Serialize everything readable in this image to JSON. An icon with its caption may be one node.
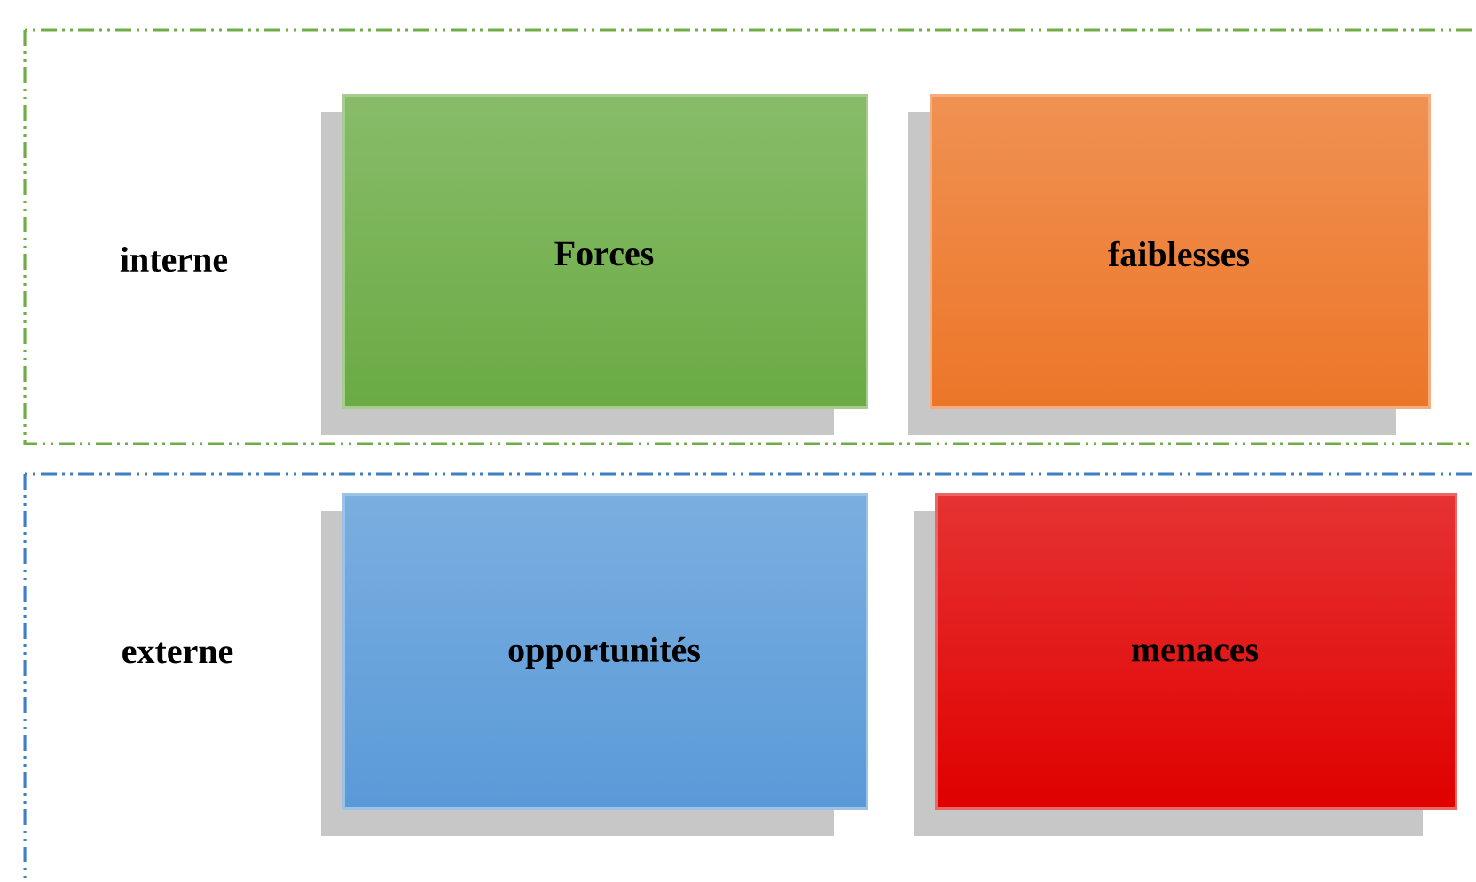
{
  "diagram": {
    "nodes": [
      {
        "text": [
          "interne"
        ]
      },
      {
        "text": [
          "Forces"
        ],
        "in": 0
      },
      {
        "text": [
          "faiblesses"
        ],
        "in": 0
      },
      {
        "text": [
          "externe"
        ]
      },
      {
        "text": [
          "opportunités"
        ],
        "in": 3
      },
      {
        "text": [
          "menaces"
        ],
        "in": 3
      }
    ]
  }
}
